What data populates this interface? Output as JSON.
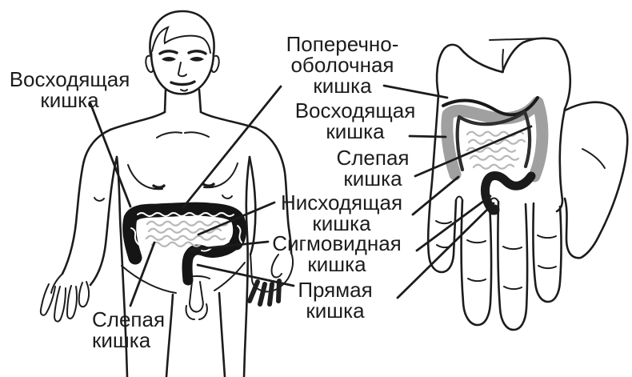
{
  "labels": {
    "transverse": "Поперечно-\nоболочная\nкишка",
    "body_ascending": "Восходящая\nкишка",
    "hand_ascending": "Восходящая\nкишка",
    "hand_cecum": "Слепая\nкишка",
    "descending": "Нисходящая\nкишка",
    "sigmoid": "Сигмовидная\nкишка",
    "rectum": "Прямая\nкишка",
    "body_cecum": "Слепая\nкишка"
  },
  "colors": {
    "ink": "#1c1c1c",
    "colon_dark": "#151515",
    "colon_hand_band": "#a0a0a0",
    "intestine_texture": "#b8b8b8",
    "background": "#ffffff"
  }
}
